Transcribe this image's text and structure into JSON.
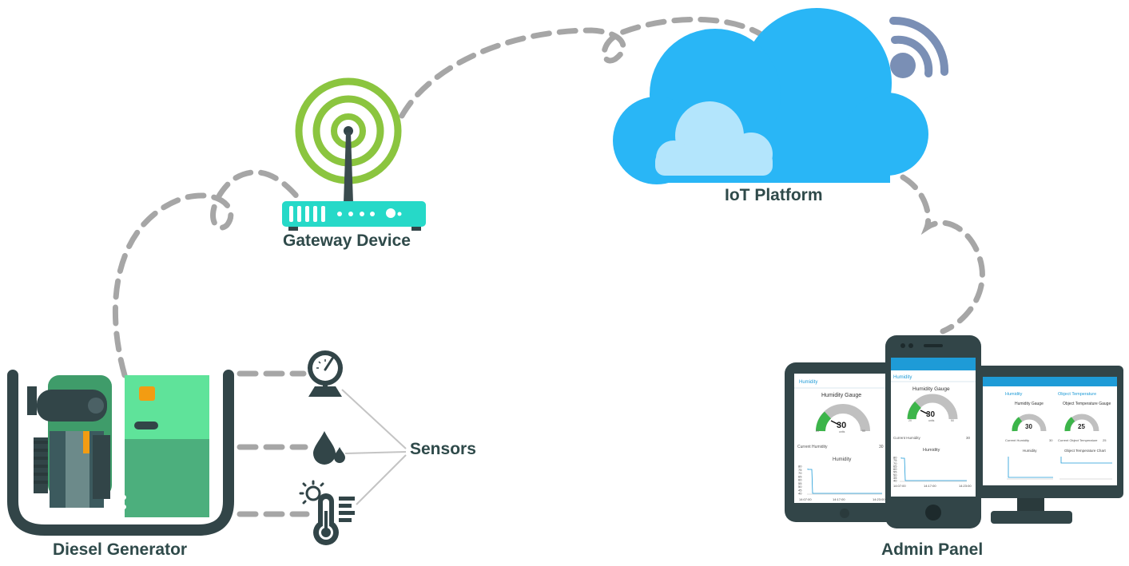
{
  "labels": {
    "gateway": "Gateway Device",
    "iot": "IoT Platform",
    "sensors": "Sensors",
    "generator": "Diesel Generator",
    "admin": "Admin Panel"
  },
  "colors": {
    "dash": "#a6a6a6",
    "cloud_main": "#29b6f6",
    "cloud_light": "#b3e5fc",
    "signal_green": "#8bc53f",
    "router_teal": "#26d9c8",
    "dark": "#324548",
    "label": "#2f4a4a",
    "wifi": "#7a8fb5"
  },
  "icons": [
    "pressure-gauge-icon",
    "water-drop-icon",
    "thermometer-sun-icon",
    "wifi-icon",
    "antenna-icon"
  ],
  "tablet": {
    "tab": "Humidity",
    "gauge_title": "Humidity Gauge",
    "gauge_value": "30",
    "gauge_unit": "units",
    "gauge_min": "20",
    "gauge_max": "50",
    "current_label": "Current Humidity",
    "current_value": "30",
    "chart_title": "Humidity",
    "y_ticks": [
      "80",
      "75",
      "70",
      "65",
      "60",
      "55",
      "50",
      "45",
      "40"
    ],
    "x_ticks": [
      "14:07:00",
      "14:17:00",
      "14:23:00"
    ]
  },
  "phone": {
    "tab": "Humidity",
    "gauge_title": "Humidity Gauge",
    "gauge_value": "30",
    "gauge_unit": "units",
    "gauge_min": "20",
    "gauge_max": "50",
    "current_label": "Current Humidity",
    "current_value": "30",
    "chart_title": "Humidity",
    "y_ticks": [
      "80",
      "75",
      "70",
      "65",
      "60",
      "55",
      "50",
      "45",
      "40"
    ],
    "x_ticks": [
      "14:07:00",
      "14:17:00",
      "14:23:00"
    ]
  },
  "monitor": {
    "tab1": "Humidity",
    "tab2": "Object Temperature",
    "gauge1_title": "Humidity Gauge",
    "gauge1_value": "30",
    "gauge2_title": "Object Temperature Gauge",
    "gauge2_value": "25",
    "current1_label": "Current Humidity",
    "current1_value": "30",
    "current2_label": "Current Object Temperature",
    "current2_value": "25",
    "chart1_title": "Humidity",
    "chart2_title": "Object Temperature Chart"
  }
}
